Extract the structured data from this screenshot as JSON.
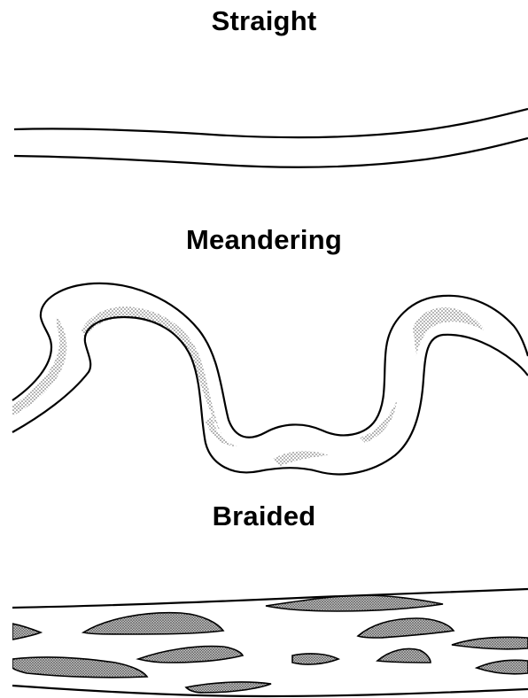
{
  "channel_types": {
    "straight": {
      "label": "Straight"
    },
    "meandering": {
      "label": "Meandering"
    },
    "braided": {
      "label": "Braided"
    }
  },
  "colors": {
    "ink": "#000000",
    "paper": "#ffffff",
    "stipple": "#8a8a8a"
  }
}
